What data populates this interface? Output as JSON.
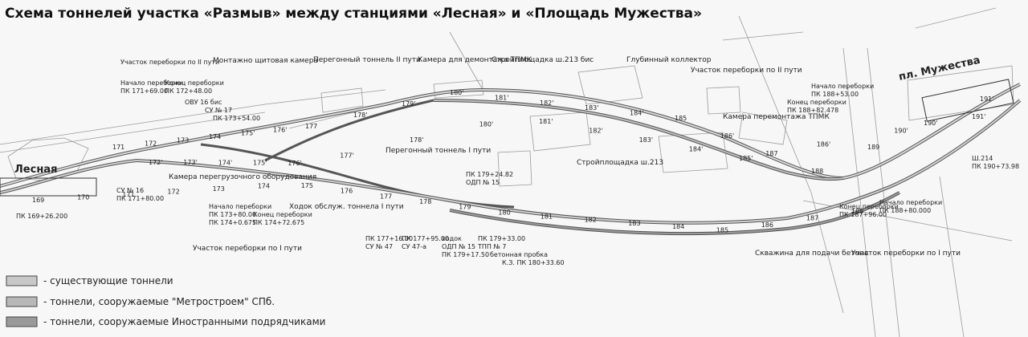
{
  "title": "Схема тоннелей участка «Размыв» между станциями «Лесная» и «Площадь Мужества»",
  "stations": {
    "left": "Лесная",
    "right": "пл. Мужества"
  },
  "labels": {
    "uchastok_ii": "Участок переборки по II пути",
    "montazh": "Монтажно щитовая камера",
    "peregon_ii": "Перегонный тоннель II пути",
    "kamera_demontazh": "Камера для демонтажа ТПМК",
    "stroy_213bis": "Стройплощадка ш.213 бис",
    "glubinny": "Глубинный коллектор",
    "uchastok_ii_r": "Участок переборки по II пути",
    "kamera_peregruz": "Камера перегрузочного оборудования",
    "peregon_i": "Перегонный тоннель I пути",
    "stroy_213": "Стройплощадка ш.213",
    "kamera_peremontazh": "Камера перемонтажа ТПМК",
    "hodok": "Ходок обслуж. тоннела I пути",
    "uchastok_i": "Участок переборки по I пути",
    "skvazhina": "Скважина для подачи бетона",
    "uchastok_i_r": "Участок переборки по I пути"
  },
  "pk_labels": [
    "Начало переборки",
    "ПК 171+69.00",
    "Конец переборки",
    "ПК 172+48.00",
    "ОВУ 16 бис",
    "СУ № 17",
    "ПК 173+54.00",
    "СУ № 16",
    "ПК 171+80.00",
    "ПК 169+26.200",
    "Начало переборки",
    "ПК 173+80.00",
    "ПК 174+0.675",
    "Конец переборки",
    "ПК 174+72.675",
    "ПК 177+16.00",
    "СУ № 47",
    "ПК 177+95.00",
    "СУ 47-а",
    "ходок",
    "ОДП № 15",
    "ПК 179+17.50",
    "ПК 179+24.82",
    "ОДП № 15",
    "ПК 179+33.00",
    "ТПП № 7",
    "бетонная пробка",
    "К.З. ПК 180+33.60",
    "Начало переборки",
    "ПК 188+53.00",
    "Конец переборки",
    "ПК 188+82.478",
    "Конец переборки",
    "ПК 187+96.00",
    "Начало переборки",
    "ПК 188+80.000",
    "Ш.214",
    "ПК 190+73.98"
  ],
  "pickets_top": [
    "171",
    "172",
    "173",
    "174",
    "175'",
    "176'",
    "177",
    "178'",
    "179'",
    "180'",
    "181'",
    "182'",
    "183'",
    "184'",
    "185",
    "186'",
    "187",
    "188",
    "189",
    "190'",
    "191'"
  ],
  "pickets_mid": [
    "172'",
    "173'",
    "174'",
    "175'",
    "176'",
    "177'",
    "178'",
    "180'",
    "181'",
    "182'",
    "183'",
    "184'",
    "185'",
    "186'",
    "190'",
    "191'"
  ],
  "pickets_bot": [
    "169",
    "170",
    "171",
    "172",
    "173",
    "174",
    "175",
    "176",
    "177",
    "178",
    "179",
    "180",
    "181",
    "182",
    "183",
    "184",
    "185",
    "186",
    "187",
    "188"
  ],
  "legend": [
    {
      "text": "- существующие тоннели",
      "color": "#c8c8c8"
    },
    {
      "text": "- тоннели, сооружаемые \"Метростроем\" СПб.",
      "color": "#b8b8b8"
    },
    {
      "text": "- тоннели, сооружаемые Иностранными подрядчиками",
      "color": "#9a9a9a"
    }
  ]
}
